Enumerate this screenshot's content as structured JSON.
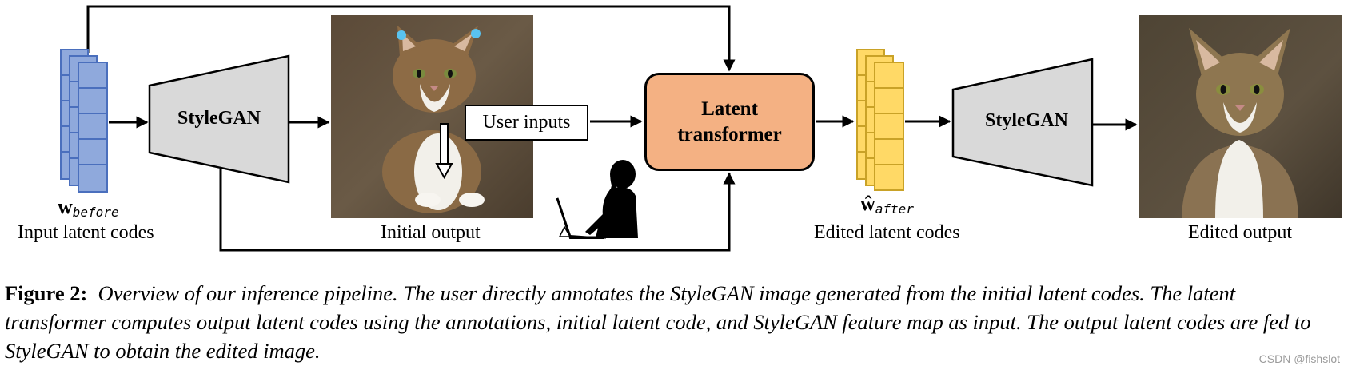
{
  "diagram": {
    "input_latent": {
      "symbol_main": "w",
      "symbol_sub": "before",
      "label": "Input latent codes"
    },
    "generator_1": {
      "label": "StyleGAN"
    },
    "initial_image": {
      "label": "Initial output"
    },
    "user_inputs": {
      "label": "User inputs"
    },
    "transformer": {
      "line1": "Latent",
      "line2": "transformer"
    },
    "edited_latent": {
      "symbol_main": "ŵ",
      "symbol_sub": "after",
      "label": "Edited latent codes"
    },
    "generator_2": {
      "label": "StyleGAN"
    },
    "edited_image": {
      "label": "Edited output"
    },
    "colors": {
      "input_latent_fill": "#8fa9dc",
      "input_latent_stroke": "#4a6fbd",
      "edited_latent_fill": "#ffd966",
      "edited_latent_stroke": "#c9a227",
      "generator_fill": "#d9d9d9",
      "transformer_fill": "#f4b183",
      "click_dot": "#59c3f0"
    }
  },
  "caption": {
    "figure_label": "Figure 2:",
    "text": "Overview of our inference pipeline. The user directly annotates the StyleGAN image generated from the initial latent codes. The latent transformer computes output latent codes using the annotations, initial latent code, and StyleGAN feature map as input. The output latent codes are fed to StyleGAN to obtain the edited image."
  },
  "watermark": "CSDN @fishslot"
}
